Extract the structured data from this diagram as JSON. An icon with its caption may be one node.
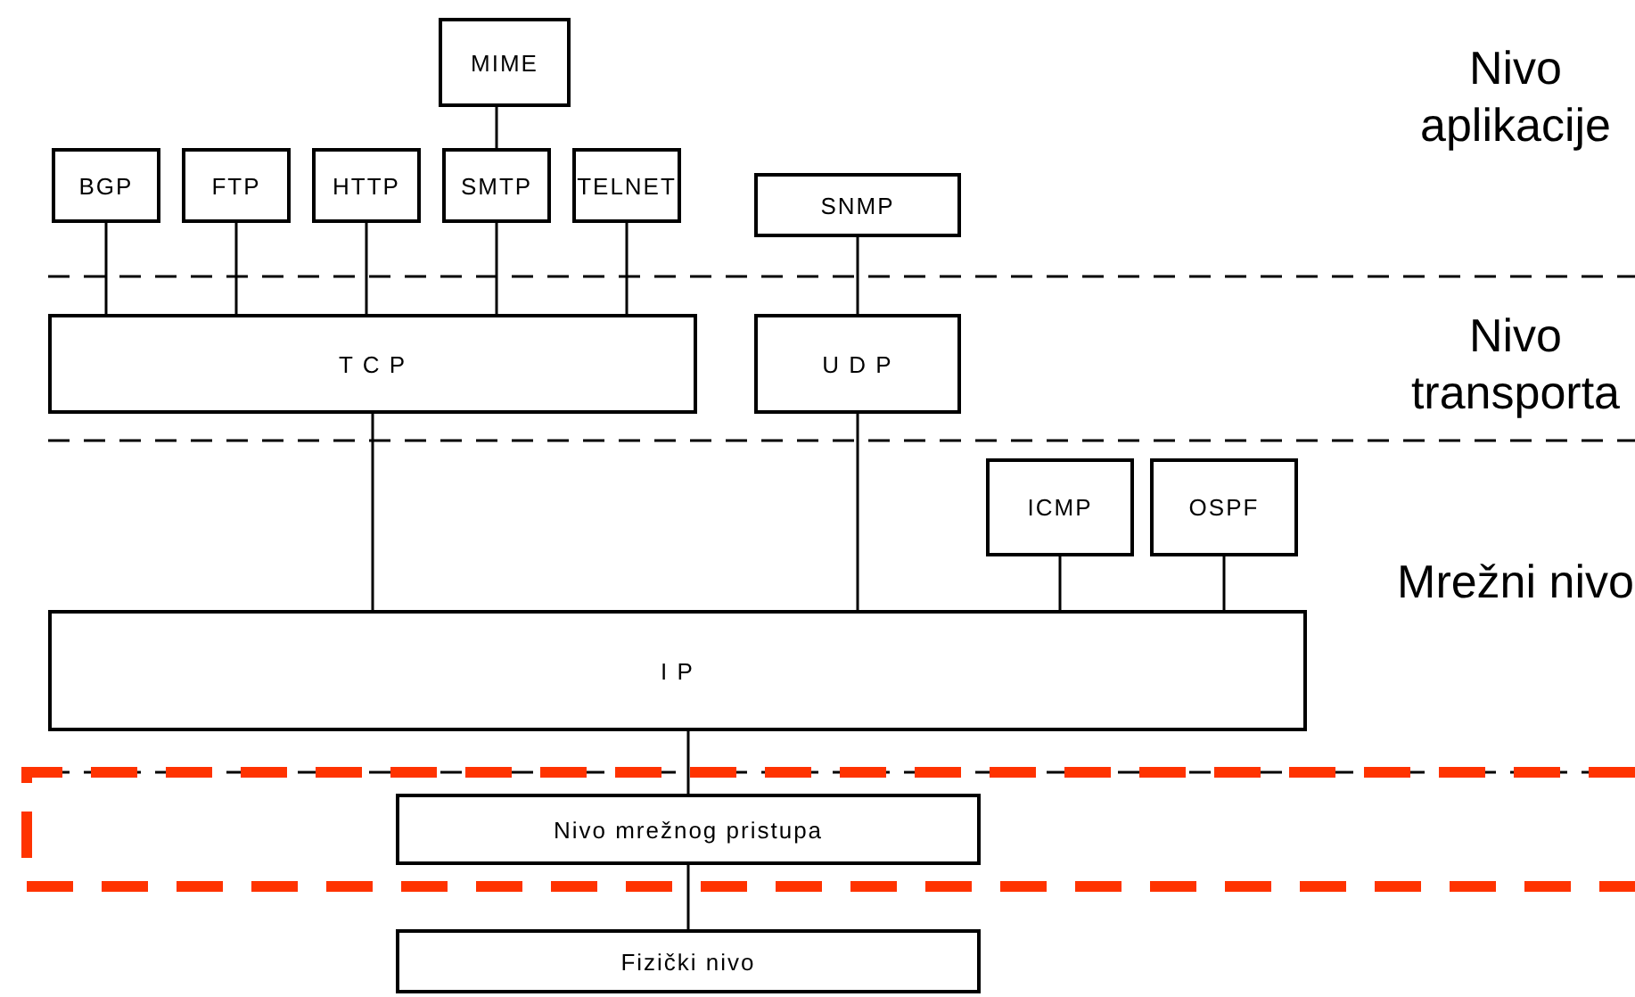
{
  "diagram": {
    "nodes": [
      {
        "text": [
          "MIME"
        ]
      },
      {
        "text": [
          "BGP"
        ]
      },
      {
        "text": [
          "FTP"
        ]
      },
      {
        "text": [
          "HTTP"
        ]
      },
      {
        "text": [
          "SMTP"
        ]
      },
      {
        "text": [
          "TELNET"
        ]
      },
      {
        "text": [
          "SNMP"
        ]
      },
      {
        "text": [
          "T C P"
        ]
      },
      {
        "text": [
          "U D P"
        ]
      },
      {
        "text": [
          "ICMP"
        ]
      },
      {
        "text": [
          "OSPF"
        ]
      },
      {
        "text": [
          "I P"
        ]
      },
      {
        "text": [
          "Nivo mrežnog pristupa"
        ]
      },
      {
        "text": [
          "Fizički nivo"
        ]
      }
    ],
    "edges": [
      {
        "from": 0,
        "to": 4,
        "arrow": "none"
      },
      {
        "from": 1,
        "to": 7,
        "arrow": "none"
      },
      {
        "from": 2,
        "to": 7,
        "arrow": "none"
      },
      {
        "from": 3,
        "to": 7,
        "arrow": "none"
      },
      {
        "from": 4,
        "to": 7,
        "arrow": "none"
      },
      {
        "from": 5,
        "to": 7,
        "arrow": "none"
      },
      {
        "from": 6,
        "to": 8,
        "arrow": "none"
      },
      {
        "from": 7,
        "to": 11,
        "arrow": "none"
      },
      {
        "from": 8,
        "to": 11,
        "arrow": "none"
      },
      {
        "from": 9,
        "to": 11,
        "arrow": "none"
      },
      {
        "from": 10,
        "to": 11,
        "arrow": "none"
      },
      {
        "from": 11,
        "to": 12,
        "arrow": "none"
      },
      {
        "from": 12,
        "to": 13,
        "arrow": "none"
      }
    ],
    "labels": [
      "Nivo aplikacije",
      "Nivo transporta",
      "Mrežni nivo"
    ]
  }
}
